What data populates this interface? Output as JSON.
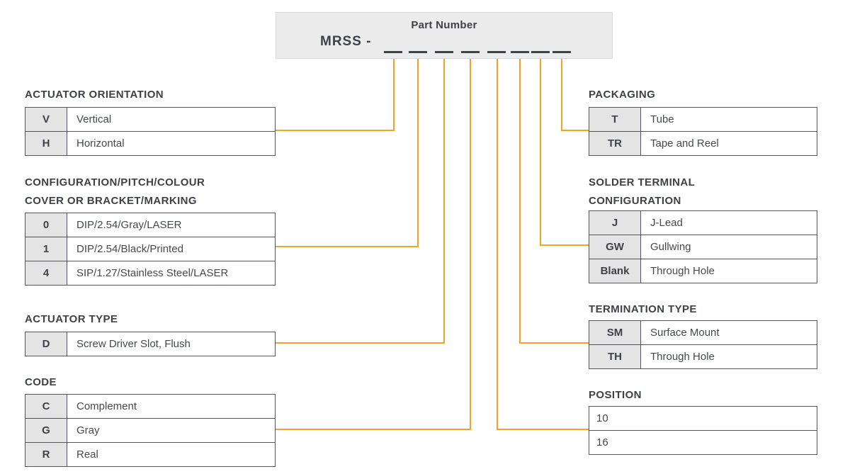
{
  "colors": {
    "accent": "#f5a326",
    "table_border": "#54555a",
    "key_cell_bg": "#e4e4e5",
    "box_bg": "#ececed",
    "text": "#3e4247"
  },
  "part_number_box": {
    "title": "Part Number",
    "prefix": "MRSS -",
    "digit_slots": 8
  },
  "sections_left": [
    {
      "title_lines": [
        "ACTUATOR ORIENTATION"
      ],
      "rows": [
        {
          "key": "V",
          "value": "Vertical"
        },
        {
          "key": "H",
          "value": "Horizontal"
        }
      ]
    },
    {
      "title_lines": [
        "CONFIGURATION/PITCH/COLOUR",
        "COVER OR BRACKET/MARKING"
      ],
      "rows": [
        {
          "key": "0",
          "value": "DIP/2.54/Gray/LASER"
        },
        {
          "key": "1",
          "value": "DIP/2.54/Black/Printed"
        },
        {
          "key": "4",
          "value": "SIP/1.27/Stainless Steel/LASER"
        }
      ]
    },
    {
      "title_lines": [
        "ACTUATOR TYPE"
      ],
      "rows": [
        {
          "key": "D",
          "value": "Screw Driver Slot, Flush"
        }
      ]
    },
    {
      "title_lines": [
        "CODE"
      ],
      "rows": [
        {
          "key": "C",
          "value": "Complement"
        },
        {
          "key": "G",
          "value": "Gray"
        },
        {
          "key": "R",
          "value": "Real"
        }
      ]
    }
  ],
  "sections_right": [
    {
      "title_lines": [
        "PACKAGING"
      ],
      "rows": [
        {
          "key": "T",
          "value": "Tube"
        },
        {
          "key": "TR",
          "value": "Tape and Reel"
        }
      ]
    },
    {
      "title_lines": [
        "SOLDER TERMINAL",
        "CONFIGURATION"
      ],
      "rows": [
        {
          "key": "J",
          "value": "J-Lead"
        },
        {
          "key": "GW",
          "value": "Gullwing"
        },
        {
          "key": "Blank",
          "value": "Through Hole"
        }
      ]
    },
    {
      "title_lines": [
        "TERMINATION TYPE"
      ],
      "rows": [
        {
          "key": "SM",
          "value": "Surface Mount"
        },
        {
          "key": "TH",
          "value": "Through Hole"
        }
      ]
    },
    {
      "title_lines": [
        "POSITION"
      ],
      "rows": [
        {
          "value": "10"
        },
        {
          "value": "16"
        }
      ]
    }
  ]
}
